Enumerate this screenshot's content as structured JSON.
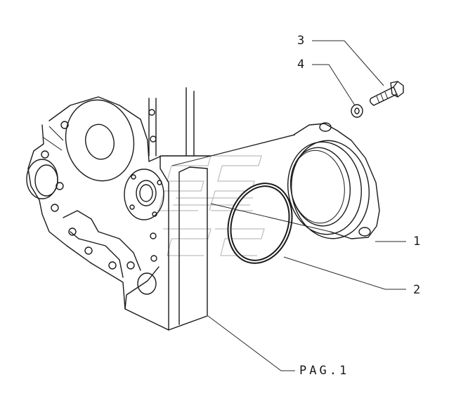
{
  "callouts": {
    "part_1": "1",
    "part_2": "2",
    "part_3": "3",
    "part_4": "4",
    "page_ref": "PAG.1"
  },
  "colors": {
    "line": "#1a1a1a",
    "background": "#ffffff",
    "watermark": "#bdbdbd"
  }
}
